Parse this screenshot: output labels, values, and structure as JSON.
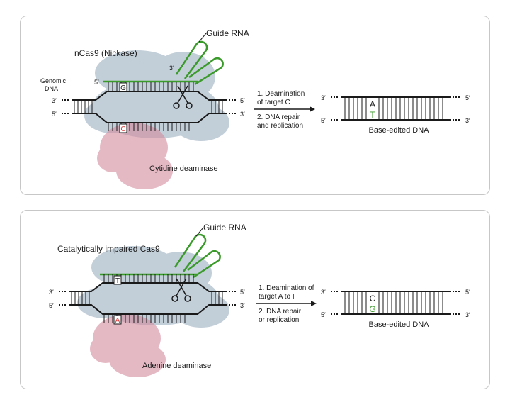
{
  "panels": [
    {
      "enzyme_label": "nCas9 (Nickase)",
      "guide_label": "Guide RNA",
      "guide_prime": "3′",
      "genomic_label_line1": "Genomic",
      "genomic_label_line2": "DNA",
      "top_strand_left": "5′",
      "mid_left_3": "3′",
      "mid_left_5": "5′",
      "mid_right_5": "5′",
      "mid_right_3": "3′",
      "edited_base_top": "G",
      "edited_base_bottom": "C",
      "deaminase_label": "Cytidine deaminase",
      "step1_line1": "1. Deamination",
      "step1_line2": "of target C",
      "step2_line1": "2. DNA repair",
      "step2_line2": "and replication",
      "result_top_left": "3′",
      "result_top_right": "5′",
      "result_bottom_left": "5′",
      "result_bottom_right": "3′",
      "result_base_top": "A",
      "result_base_bottom": "T",
      "result_label": "Base-edited DNA"
    },
    {
      "enzyme_label": "Catalytically impaired Cas9",
      "guide_label": "Guide RNA",
      "mid_left_3": "3′",
      "mid_left_5": "5′",
      "mid_right_5": "5′",
      "mid_right_3": "3′",
      "edited_base_top": "T",
      "edited_base_bottom": "A",
      "deaminase_label": "Adenine deaminase",
      "step1_line1": "1. Deamination of",
      "step1_line2": "target A to I",
      "step2_line1": "2. DNA repair",
      "step2_line2": "or replication",
      "result_top_left": "3′",
      "result_top_right": "5′",
      "result_bottom_left": "5′",
      "result_bottom_right": "3′",
      "result_base_top": "C",
      "result_base_bottom": "G",
      "result_label": "Base-edited DNA"
    }
  ],
  "colors": {
    "guide_green": "#3a9a2a",
    "cas9_blue": "#9aaebf",
    "deaminase_pink": "#d58c9e",
    "edit_red": "#d83a3a",
    "strand": "#1a1a1a"
  }
}
